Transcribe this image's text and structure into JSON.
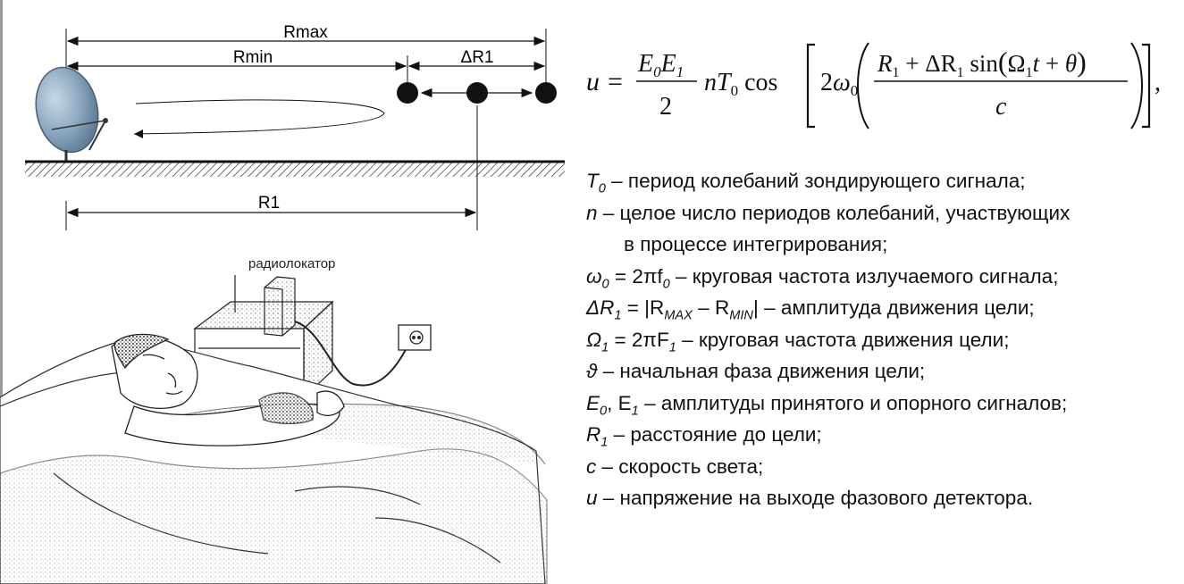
{
  "diagram": {
    "labels": {
      "rmax": "Rmax",
      "rmin": "Rmin",
      "delta_r1": "ΔR1",
      "r1": "R1"
    }
  },
  "sketch": {
    "caption": "радиолокатор"
  },
  "formula": {
    "lhs": "u",
    "eq": "=",
    "frac_num": "E0E1",
    "frac_den": "2",
    "mid": "nT0 cos",
    "coef": "2ω0",
    "inner_num": "R1 + ΔR1 sin(Ω1t + θ)",
    "inner_den": "c",
    "tail": ","
  },
  "definitions": [
    {
      "sym": "T",
      "sub": "0",
      "text": " – период колебаний зондирующего сигнала;"
    },
    {
      "sym": "n",
      "sub": "",
      "text": " – целое число периодов колебаний, участвующих"
    },
    {
      "sym": "",
      "sub": "",
      "text": "в процессе интегрирования;",
      "indent": true
    },
    {
      "sym": "ω",
      "sub": "0",
      "text": " = 2πf",
      "sub2": "0",
      "text2": " – круговая частота излучаемого сигнала;"
    },
    {
      "sym": "ΔR",
      "sub": "1",
      "text": " = |R",
      "sub2": "MAX",
      "text2": " – R",
      "sub3": "MIN",
      "text3": "| – амплитуда движения цели;"
    },
    {
      "sym": "Ω",
      "sub": "1",
      "text": " = 2πF",
      "sub2": "1",
      "text2": " – круговая частота движения цели;"
    },
    {
      "sym": "ϑ",
      "sub": "",
      "text": " – начальная фаза движения цели;"
    },
    {
      "sym": "E",
      "sub": "0",
      "text": ", E",
      "sub2": "1",
      "text2": " – амплитуды принятого и опорного сигналов;"
    },
    {
      "sym": "R",
      "sub": "1",
      "text": " – расстояние до цели;"
    },
    {
      "sym": "c",
      "sub": "",
      "text": " – скорость света;"
    },
    {
      "sym": "u",
      "sub": "",
      "text": " – напряжение на выходе фазового детектора."
    }
  ],
  "colors": {
    "dish": "#8aa6bf",
    "line": "#111111"
  }
}
